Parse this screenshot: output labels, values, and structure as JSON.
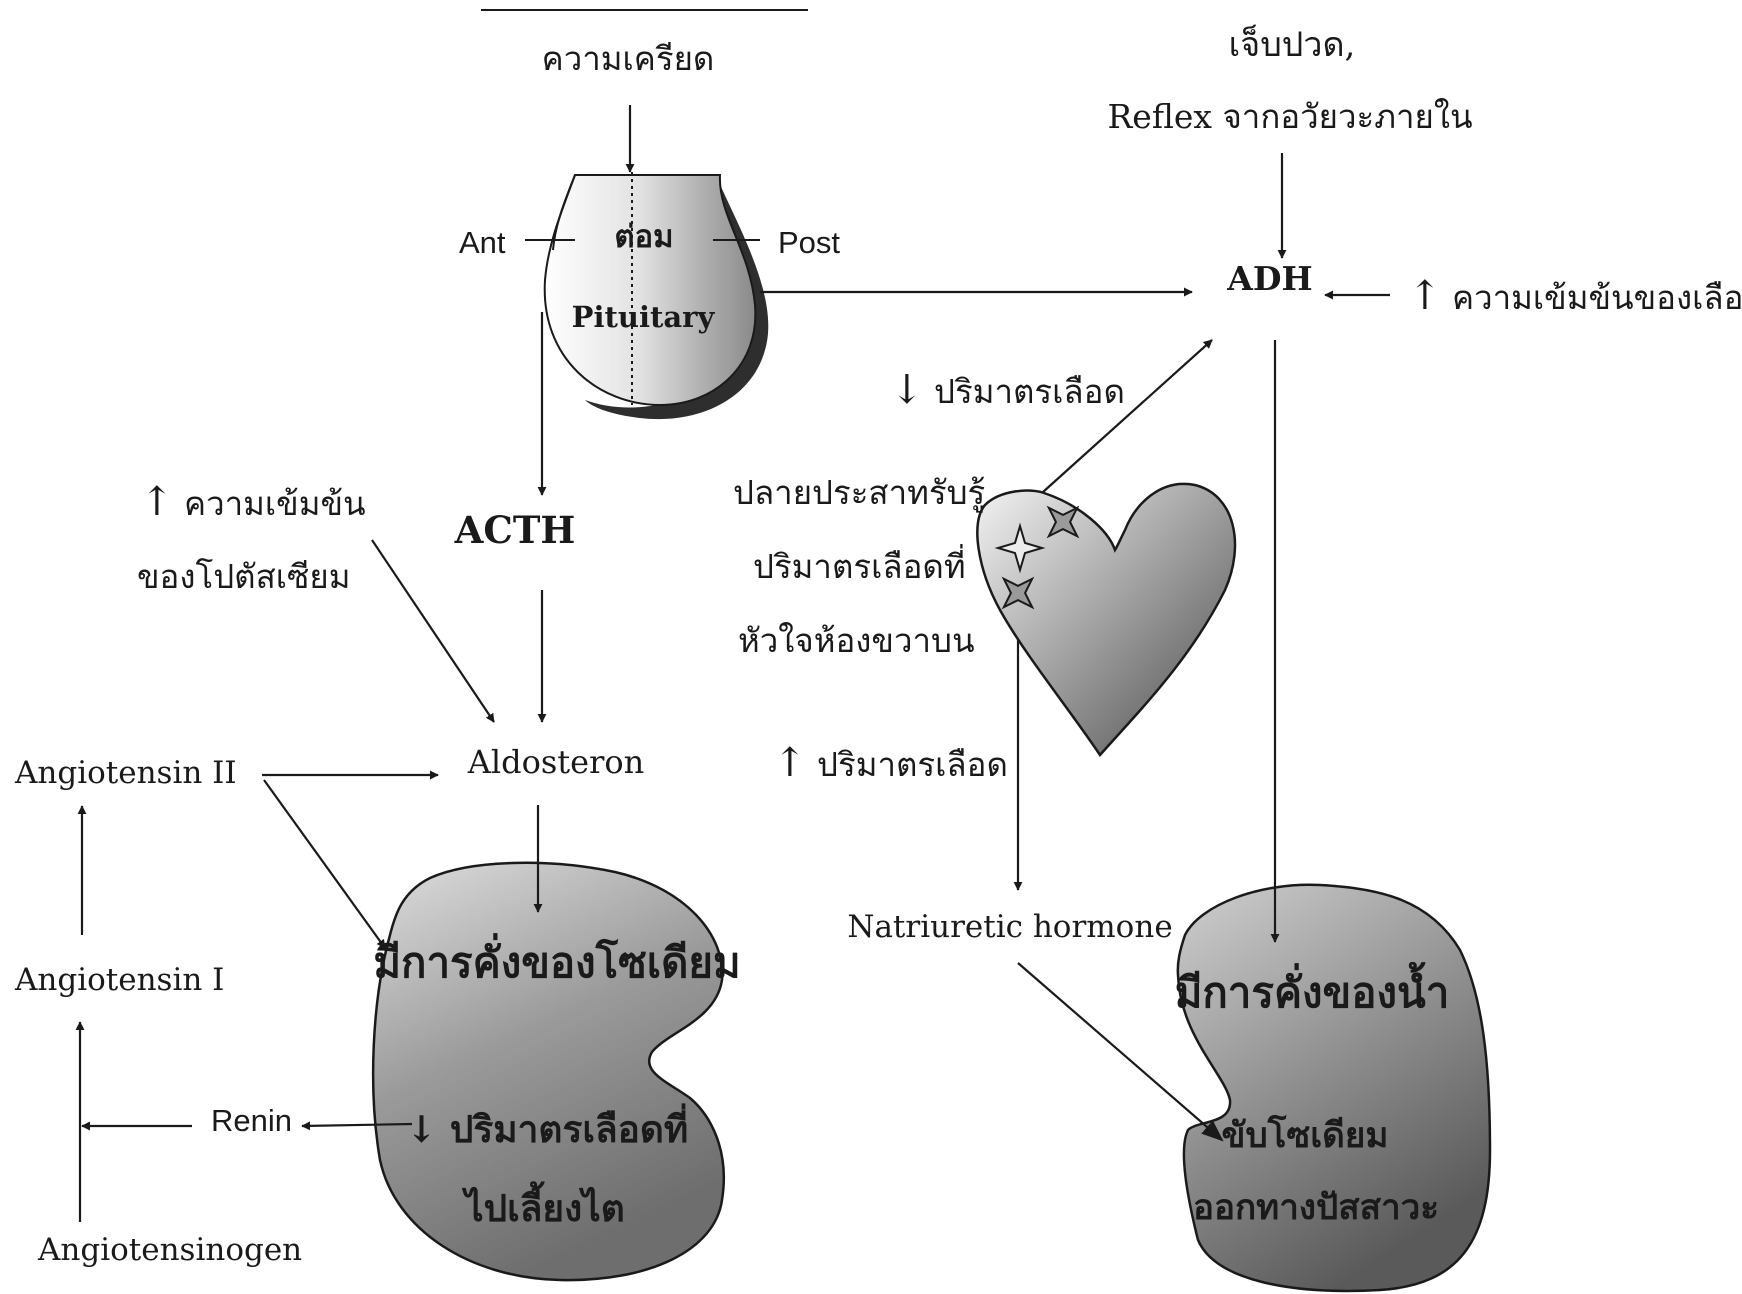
{
  "labels": {
    "stress": "ความเครียด",
    "ant": "Ant",
    "post": "Post",
    "ton": "ต่อม",
    "pituitary": "Pituitary",
    "acth": "ACTH",
    "aldosteron": "Aldosteron",
    "potassium_arrow": "↑",
    "potassium_line1": "ความเข้มข้น",
    "potassium_line2": "ของโปตัสเซียม",
    "angiotensin_ii": "Angiotensin II",
    "angiotensin_i": "Angiotensin I",
    "angiotensinogen": "Angiotensinogen",
    "renin": "Renin",
    "sodium_retention": "มีการคั่งของโซเดียม",
    "kidney_flow_arrow": "↓",
    "kidney_flow_line1": "ปริมาตรเลือดที่",
    "kidney_flow_line2": "ไปเลี้ยงไต",
    "pain": "เจ็บปวด,",
    "reflex": "Reflex จากอวัยวะภายใน",
    "adh": "ADH",
    "blood_conc_arrow": "↑",
    "blood_conc": "ความเข้มข้นของเลือด",
    "blood_vol_down_arrow": "↓",
    "blood_vol_down": "ปริมาตรเลือด",
    "receptor_line1": "ปลายประสาทรับรู้",
    "receptor_line2": "ปริมาตรเลือดที่",
    "receptor_line3": "หัวใจห้องขวาบน",
    "blood_vol_up_arrow": "↑",
    "blood_vol_up": "ปริมาตรเลือด",
    "natriuretic": "Natriuretic hormone",
    "water_retention": "มีการคั่งของน้ำ",
    "sodium_excretion_line1": "ขับโซเดียม",
    "sodium_excretion_line2": "ออกทางปัสสาวะ"
  },
  "colors": {
    "ink": "#1a1a1a",
    "shade_light": "#d8d8d8",
    "shade_mid": "#a8a8a8",
    "shade_dark": "#5c5c5c",
    "background": "#ffffff"
  },
  "icons": [
    "pituitary-gland-shape",
    "heart-shape",
    "kidney-shape",
    "star-marker",
    "cross-marker"
  ]
}
